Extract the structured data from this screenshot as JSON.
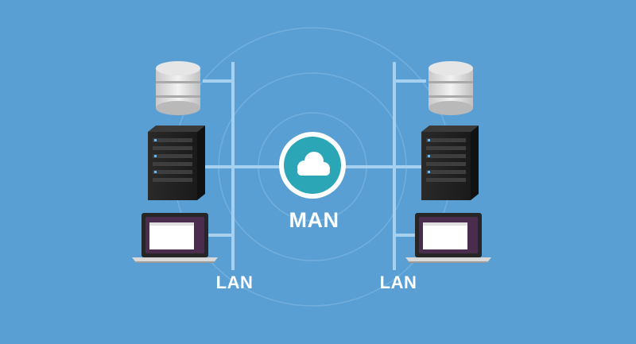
{
  "labels": {
    "center": "MAN",
    "left_network": "LAN",
    "right_network": "LAN"
  },
  "colors": {
    "background": "#5a9fd4",
    "cloud_badge": "#2aa6b6",
    "lines": "#9cc9ec"
  },
  "icons": [
    "database-icon",
    "server-rack-icon",
    "laptop-icon",
    "cloud-icon"
  ]
}
